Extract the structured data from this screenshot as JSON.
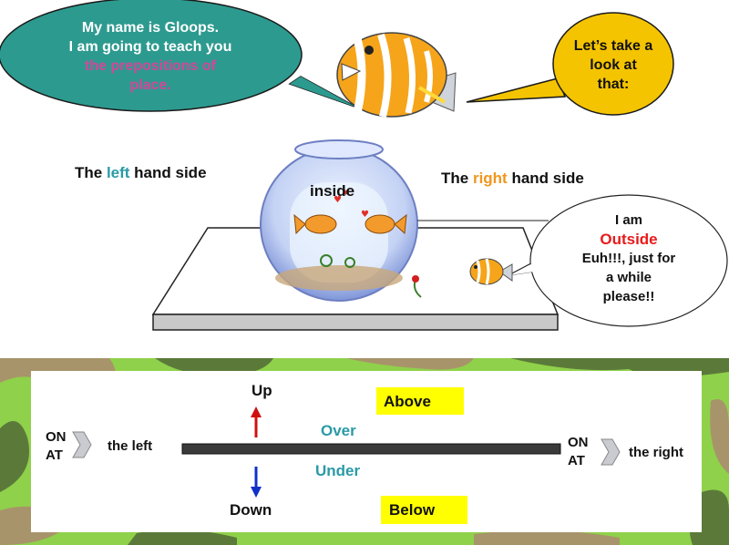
{
  "speech_left": {
    "line1": "My name is Gloops.",
    "line2": "I am going to teach you",
    "highlight1": "the prepositions of",
    "highlight2": "place."
  },
  "speech_right": {
    "line1": "Let’s take a",
    "line2": "look at",
    "line3": "that:"
  },
  "scene": {
    "left_prefix": "The ",
    "left_word": "left",
    "left_suffix": " hand side",
    "right_prefix": "The ",
    "right_word": "right",
    "right_suffix": " hand side",
    "inside": "inside"
  },
  "outside_bubble": {
    "line1": "I am",
    "outside": "Outside",
    "line2": "Euh!!!, just for",
    "line3": "a while",
    "line4": "please!!"
  },
  "diagram": {
    "on_left": "ON",
    "at_left": "AT",
    "the_left": "the left",
    "up": "Up",
    "above": "Above",
    "over": "Over",
    "under": "Under",
    "down": "Down",
    "below": "Below",
    "on_right": "ON",
    "at_right": "AT",
    "the_right": "the right"
  },
  "colors": {
    "speech_left_fill": "#2d9a8f",
    "speech_right_fill": "#f5c400",
    "highlight_pink": "#d2479a",
    "left_word": "#2a9aa6",
    "right_word": "#f0961e",
    "outside_red": "#e81a1a",
    "over_under": "#2a9aa6",
    "up_arrow": "#d01010",
    "down_arrow": "#1030c8",
    "label_bg": "#ffff00"
  }
}
